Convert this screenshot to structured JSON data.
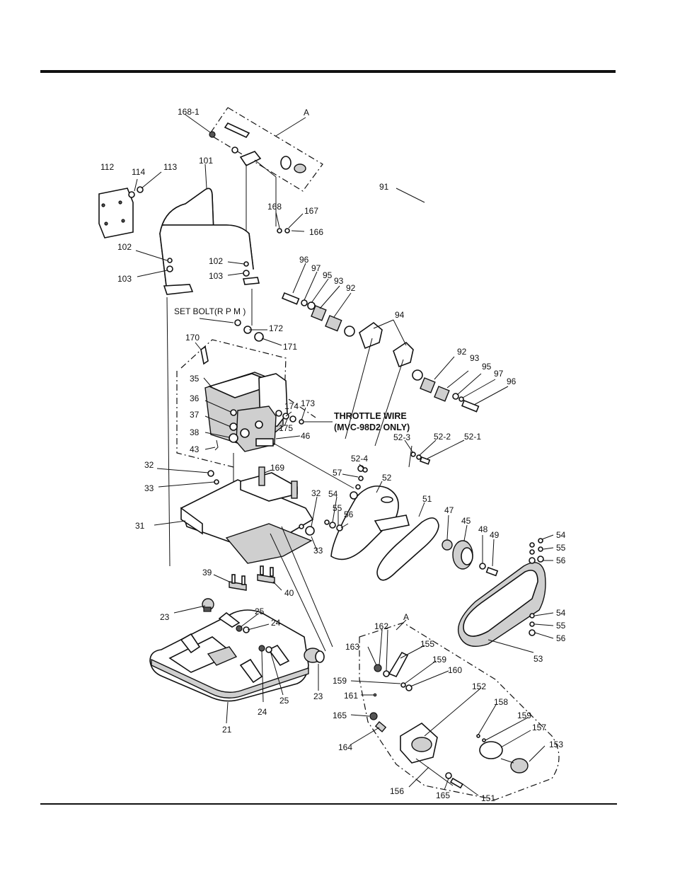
{
  "labels": {
    "l168_1": "168-1",
    "lA_top": "A",
    "l112": "112",
    "l114": "114",
    "l113": "113",
    "l101": "101",
    "l168": "168",
    "l167": "167",
    "l166": "166",
    "l91": "91",
    "l102a": "102",
    "l103a": "103",
    "l102b": "102",
    "l103b": "103",
    "l96a": "96",
    "l97a": "97",
    "l95a": "95",
    "l93a": "93",
    "l92a": "92",
    "l94": "94",
    "set_bolt": "SET BOLT(R P M )",
    "l172": "172",
    "l171": "171",
    "l170": "170",
    "l35": "35",
    "l36": "36",
    "l37": "37",
    "l38": "38",
    "l43": "43",
    "l174": "174",
    "l173": "173",
    "l175": "175",
    "l46": "46",
    "throttle1": "THROTTLE WIRE",
    "throttle2": "(MVC-98D2 ONLY)",
    "l92b": "92",
    "l93b": "93",
    "l95b": "95",
    "l97b": "97",
    "l96b": "96",
    "l52_3": "52-3",
    "l52_2": "52-2",
    "l52_1": "52-1",
    "l52_4": "52-4",
    "l32a": "32",
    "l33a": "33",
    "l169": "169",
    "l57": "57",
    "l52": "52",
    "l31": "31",
    "l32b": "32",
    "l54a": "54",
    "l55a": "55",
    "l56a": "56",
    "l33b": "33",
    "l51": "51",
    "l47": "47",
    "l45": "45",
    "l48": "48",
    "l49": "49",
    "l54b": "54",
    "l55b": "55",
    "l56b": "56",
    "l39": "39",
    "l40": "40",
    "l23a": "23",
    "l25a": "25",
    "l24a": "24",
    "l54c": "54",
    "l55c": "55",
    "l56c": "56",
    "l53": "53",
    "lA_bot": "A",
    "l162": "162",
    "l163": "163",
    "l155": "155",
    "l159a": "159",
    "l160": "160",
    "l159b": "159",
    "l161": "161",
    "l152": "152",
    "l24b": "24",
    "l25b": "25",
    "l23b": "23",
    "l21": "21",
    "l165a": "165",
    "l158": "158",
    "l159c": "159",
    "l157": "157",
    "l164": "164",
    "l153": "153",
    "l156": "156",
    "l165b": "165",
    "l151": "151"
  }
}
